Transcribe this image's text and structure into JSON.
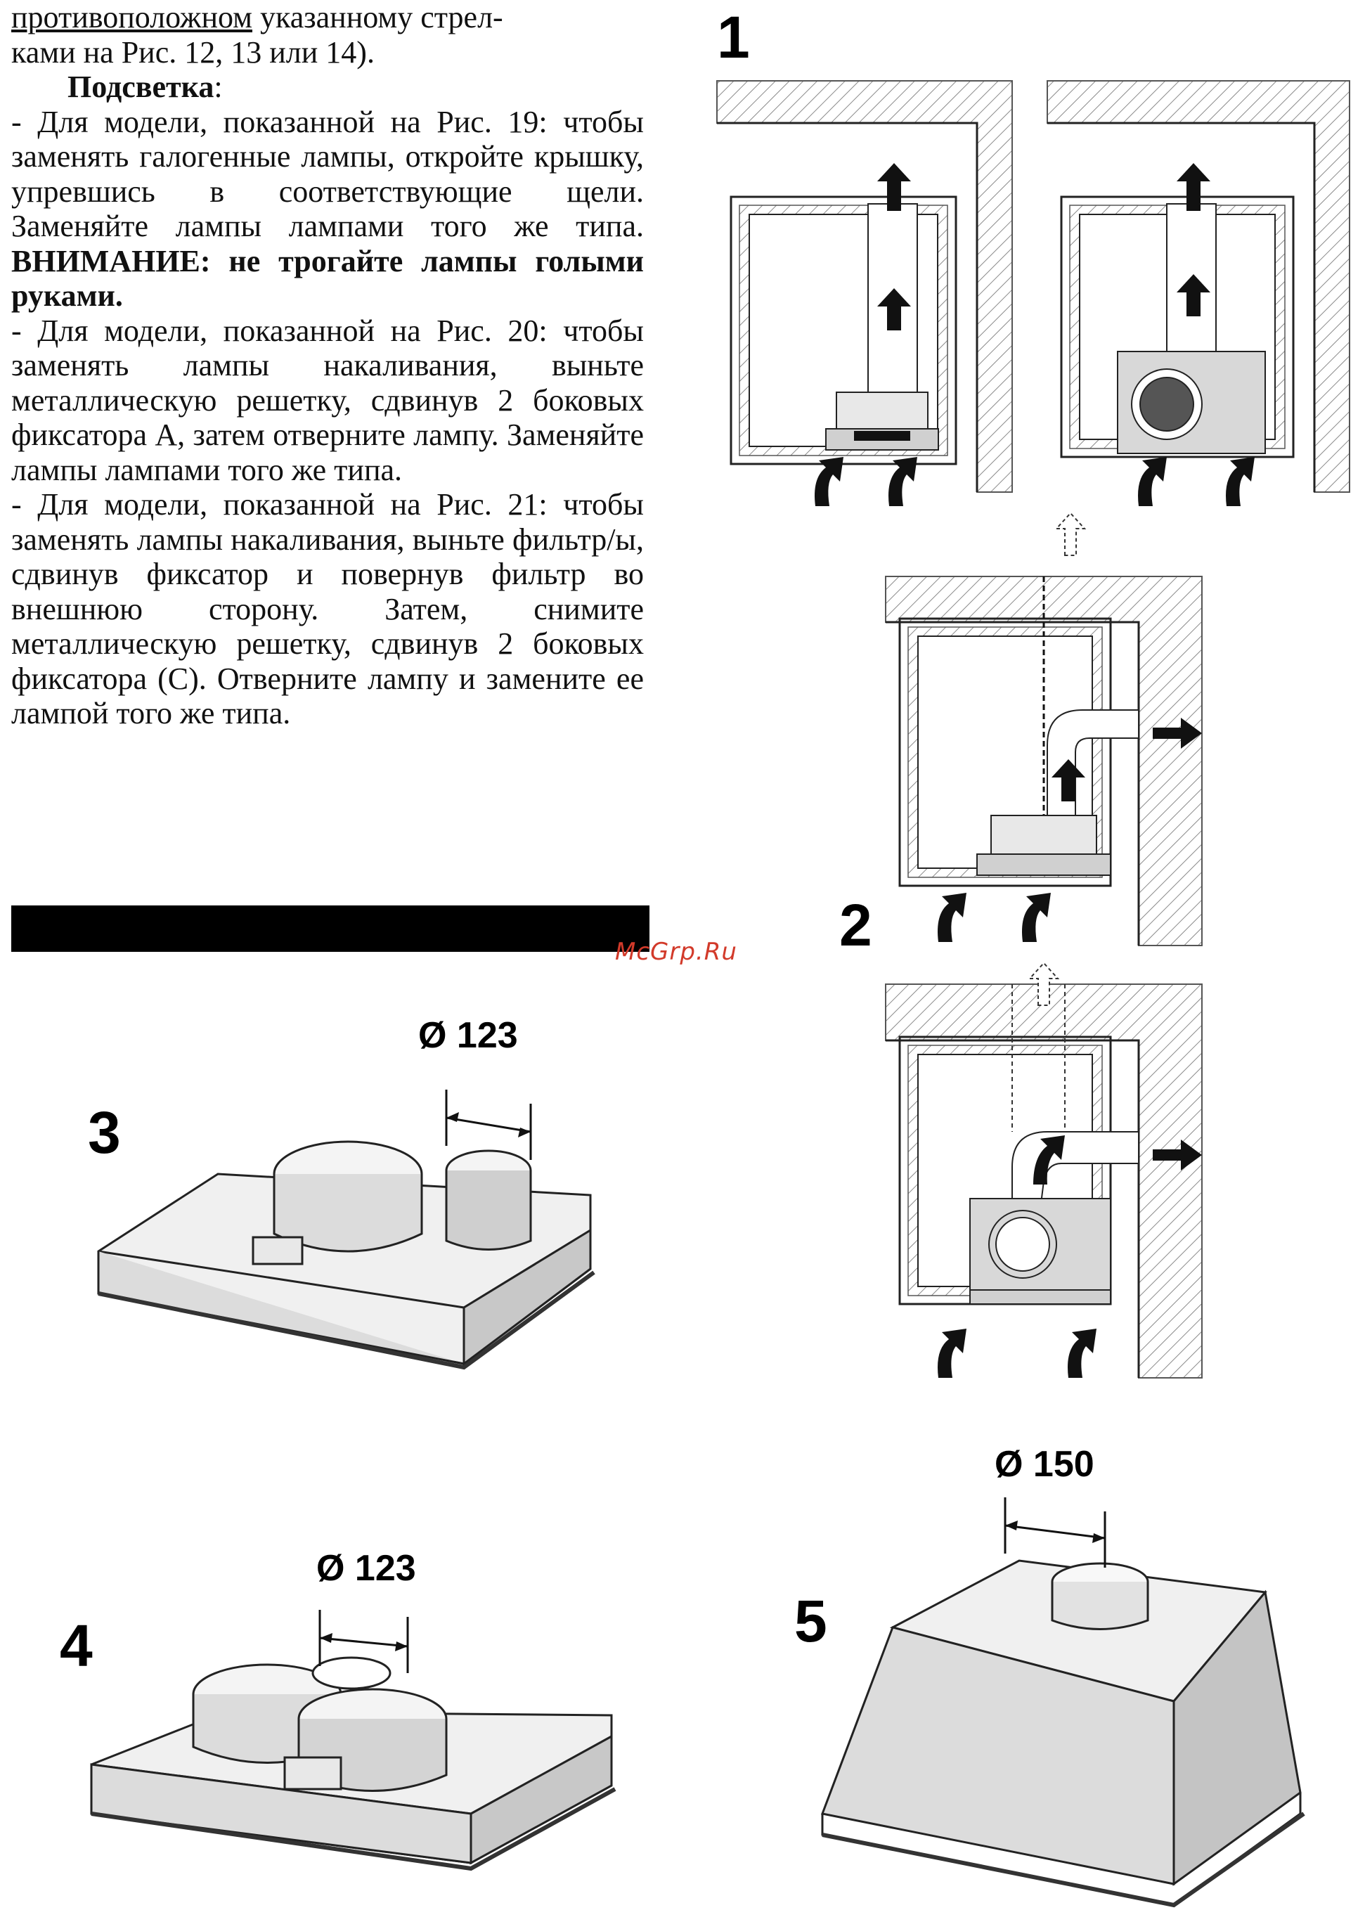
{
  "text": {
    "line1_underlined": "противоположном",
    "line1_rest": " указанному стрел-",
    "line2": "ками на Рис. 12, 13 или 14).",
    "heading": "Подсветка",
    "heading_colon": ":",
    "p1": "- Для модели, показанной на Рис. 19: чтобы заменять галогенные лампы, откройте крышку, упревшись в соответствующие щели. Заменяйте лампы лампами того же типа.",
    "p1_warning": "ВНИМАНИЕ: не трогайте лампы голыми руками.",
    "p2": "- Для модели, показанной на Рис. 20: чтобы заменять лампы накаливания, выньте металлическую решетку, сдвинув 2 боковых фиксатора А, затем отверните лампу. Заменяйте лампы лампами того же типа.",
    "p3": "- Для модели, показанной на Рис. 21: чтобы заменять лампы накаливания, выньте фильтр/ы, сдвинув фиксатор и повернув фильтр во внешнюю сторону. Затем, снимите металлическую решетку, сдвинув 2 боковых фиксатора (С). Отверните лампу и замените ее лампой того же типа."
  },
  "watermark": "McGrp.Ru",
  "figures": {
    "fig1": {
      "number": "1"
    },
    "fig2": {
      "number": "2"
    },
    "fig3": {
      "number": "3",
      "dimension": "Ø 123"
    },
    "fig4": {
      "number": "4",
      "dimension": "Ø 123"
    },
    "fig5": {
      "number": "5",
      "dimension": "Ø 150"
    }
  },
  "colors": {
    "hatch": "#8a8a8a",
    "device_fill": "#dcdcdc",
    "watermark": "#d23a2a"
  }
}
